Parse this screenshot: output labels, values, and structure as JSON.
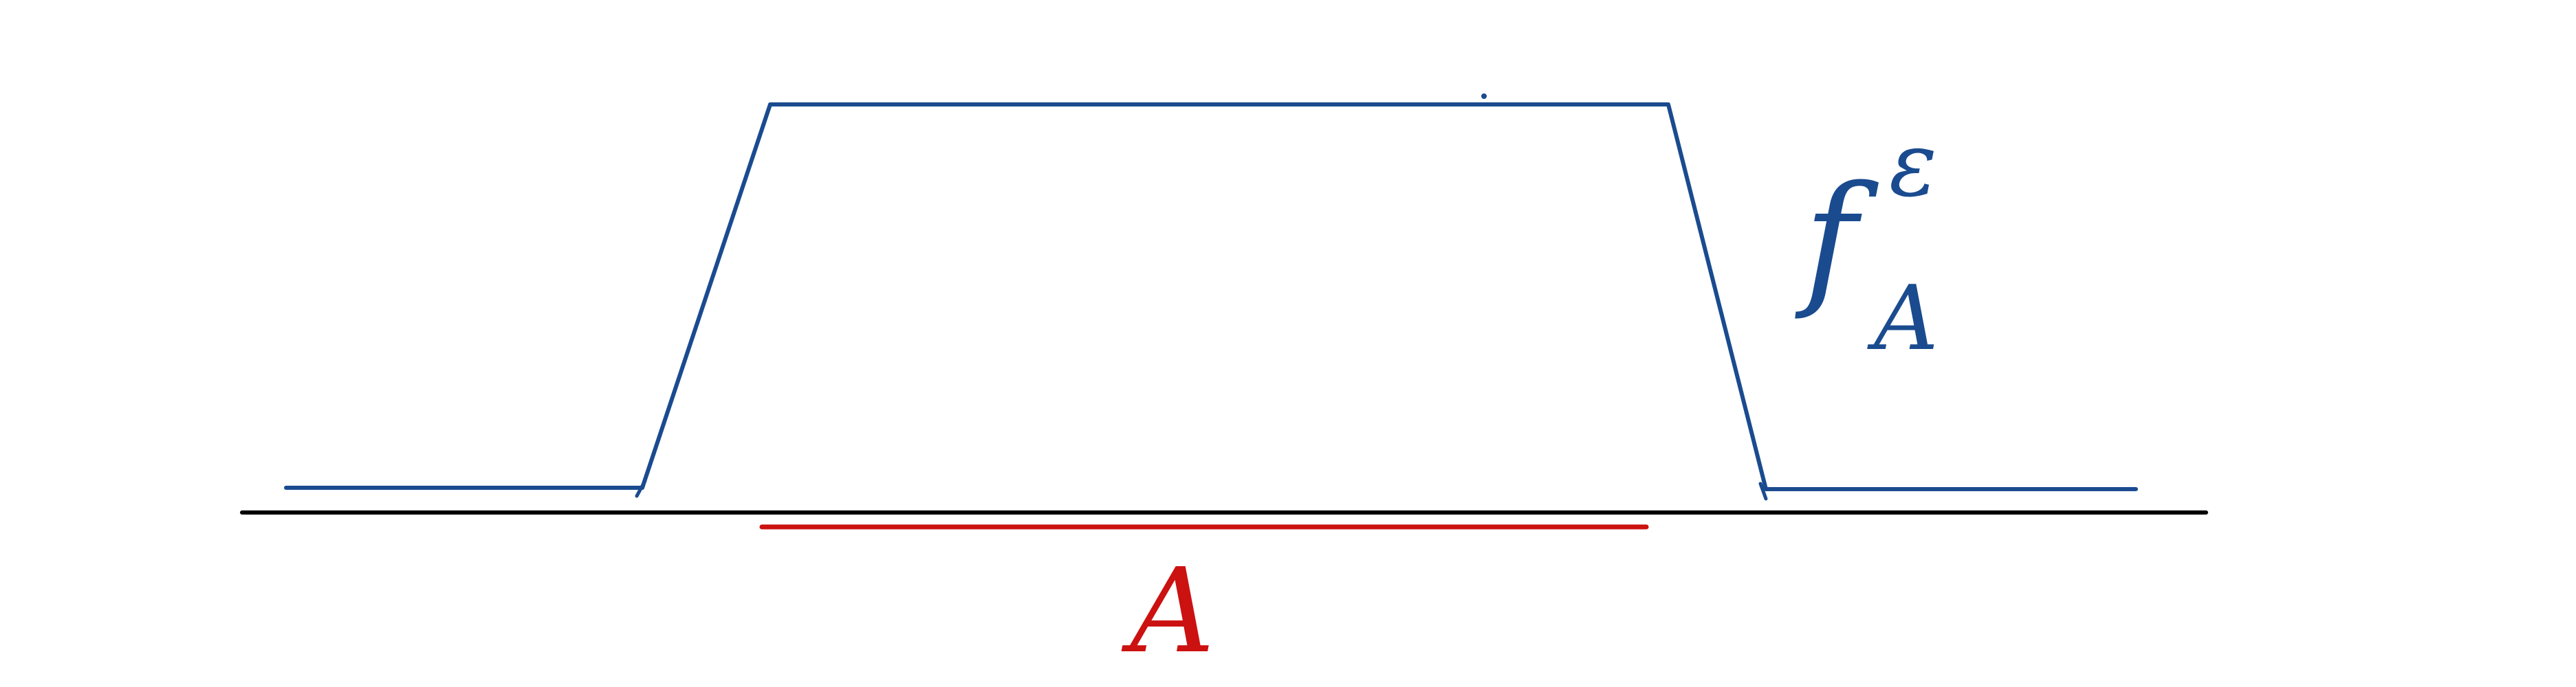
{
  "diagram": {
    "labels": {
      "set_a": "A",
      "f_epsilon": "f",
      "epsilon_superscript": "ε",
      "subscript_a": "A"
    },
    "colors": {
      "function_graph": "#1a4b8f",
      "baseline": "#000000",
      "interval_a": "#cc1111",
      "label_a": "#cc1111",
      "label_f": "#1a4b8f"
    }
  }
}
